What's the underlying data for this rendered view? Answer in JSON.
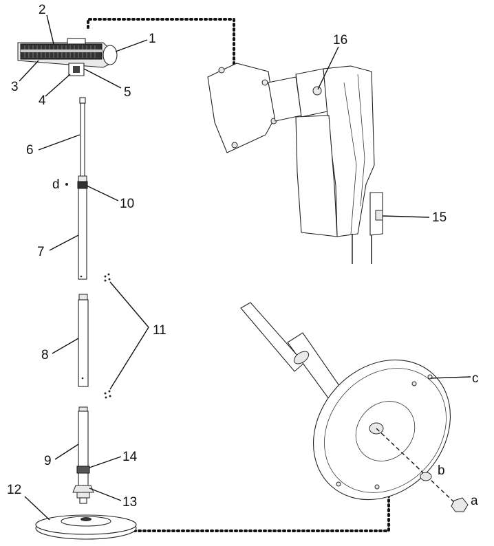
{
  "labels": {
    "p1": "1",
    "p2": "2",
    "p3": "3",
    "p4": "4",
    "p5": "5",
    "p6": "6",
    "p7": "7",
    "p8": "8",
    "p9": "9",
    "p10": "10",
    "p11": "11",
    "p12": "12",
    "p13": "13",
    "p14": "14",
    "p15": "15",
    "p16": "16",
    "a": "a",
    "b": "b",
    "c": "c",
    "d": "d"
  }
}
